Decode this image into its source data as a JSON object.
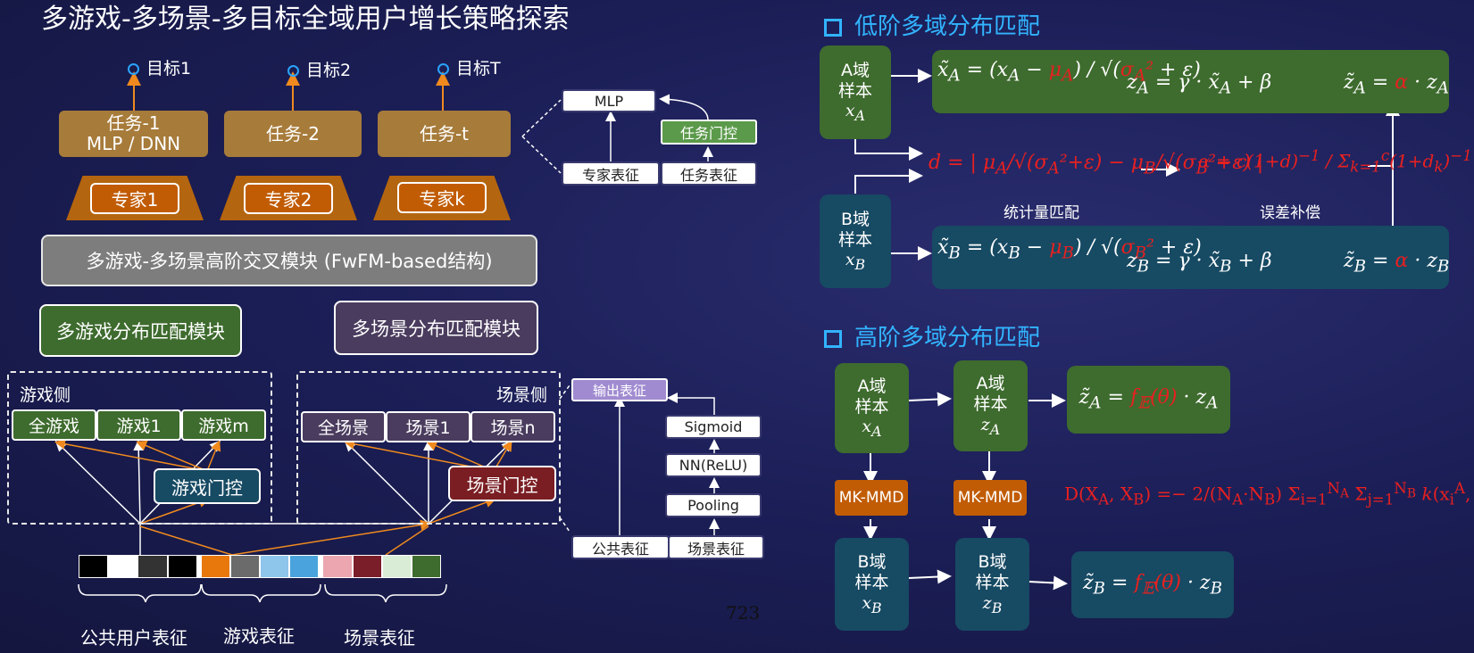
{
  "title": "多游戏-多场景-多目标全域用户增长策略探索",
  "goals": [
    "目标1",
    "目标2",
    "目标T"
  ],
  "tasks": [
    "任务-1\nMLP / DNN",
    "任务-2",
    "任务-t"
  ],
  "experts": [
    "专家1",
    "专家2",
    "专家k"
  ],
  "fwfm": "多游戏-多场景高阶交叉模块 (FwFM-based结构)",
  "game_match": "多游戏分布匹配模块",
  "scene_match": "多场景分布匹配模块",
  "game_side": {
    "label": "游戏侧",
    "items": [
      "全游戏",
      "游戏1",
      "游戏m"
    ],
    "gate": "游戏门控"
  },
  "scene_side": {
    "label": "场景侧",
    "items": [
      "全场景",
      "场景1",
      "场景n"
    ],
    "gate": "场景门控"
  },
  "feature_colors": [
    "#000000",
    "#ffffff",
    "#333333",
    "#000000",
    "#e8780c",
    "#6b6b6b",
    "#8ec5ea",
    "#4aa3dc",
    "#eba6b0",
    "#7a1e2a",
    "#d9ecd5",
    "#3e6b2e"
  ],
  "feature_labels": [
    "公共用户表征",
    "游戏表征",
    "场景表征"
  ],
  "gate_detail": {
    "mlp": "MLP",
    "task_gate": "任务门控",
    "expert_repr": "专家表征",
    "task_repr": "任务表征"
  },
  "pool_detail": {
    "output": "输出表征",
    "sigmoid": "Sigmoid",
    "nn": "NN(ReLU)",
    "pooling": "Pooling",
    "public": "公共表征",
    "scene": "场景表征"
  },
  "page_number": "723",
  "right": {
    "low_title": "低阶多域分布匹配",
    "high_title": "高阶多域分布匹配",
    "a_domain": [
      "A域",
      "样本"
    ],
    "b_domain": [
      "B域",
      "样本"
    ],
    "stat_match": "统计量匹配",
    "err_comp": "误差补偿",
    "mk_mmd": "MK-MMD"
  },
  "colors": {
    "accent_blue": "#32b4ff",
    "green": "#3e6b2e",
    "teal": "#174a63",
    "orange": "#c15c05",
    "red": "#e82020"
  }
}
